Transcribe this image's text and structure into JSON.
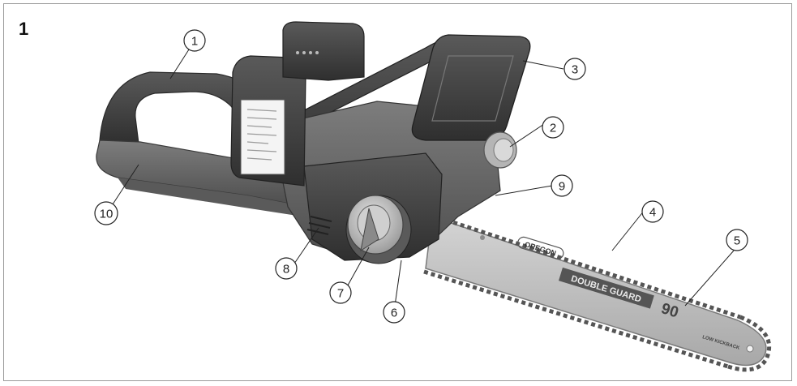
{
  "figure": {
    "number": "1",
    "callouts": [
      "1",
      "2",
      "3",
      "4",
      "5",
      "6",
      "7",
      "8",
      "9",
      "10"
    ]
  },
  "bar_text": {
    "brand": "OREGON",
    "series": "DOUBLE GUARD",
    "model": "90",
    "kickback": "LOW KICKBACK"
  },
  "colors": {
    "frame": "#9a9a9a",
    "body_dark": "#4a4a4a",
    "body_mid": "#6e6e6e",
    "bar": "#bdbdbd",
    "callout_stroke": "#222222"
  },
  "icons": [
    "chainsaw-illustration"
  ]
}
